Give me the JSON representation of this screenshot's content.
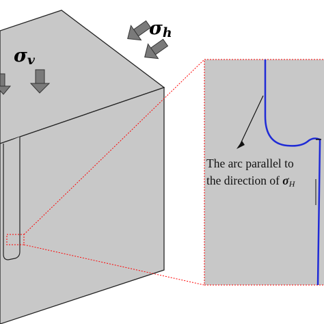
{
  "diagram": {
    "sigma_v": {
      "symbol": "σ",
      "subscript": "v"
    },
    "sigma_h": {
      "symbol": "σ",
      "subscript": "h"
    },
    "annotation": {
      "line1": "The arc parallel to",
      "line2_prefix": "the direction of ",
      "line2_symbol": "σ",
      "line2_subscript": "H"
    },
    "colors": {
      "block_face": "#c8c8c8",
      "block_edge": "#222222",
      "arrow_fill": "#7a7a7a",
      "zoom_lines": "#ff0000",
      "borehole_curve": "#1f2bd6",
      "inset_fill": "#c8c8c8"
    }
  }
}
